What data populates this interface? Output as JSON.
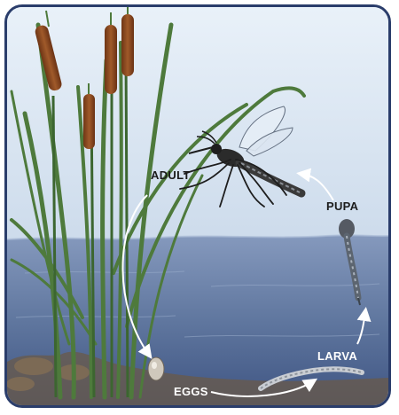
{
  "labels": {
    "adult": "ADULT",
    "pupa": "PUPA",
    "larva": "LARVA",
    "eggs": "EGGS"
  },
  "colors": {
    "sky_top": "#e8f0f8",
    "sky_bottom": "#bed0e4",
    "water_top": "#7e93b8",
    "water_bottom": "#4c6390",
    "reed_green": "#4e7a3c",
    "cattail_brown": "#8a4a22",
    "frame_border": "#2a3d6b",
    "arrow": "#ffffff",
    "dark_label": "#1c1c1c",
    "light_label": "#ffffff"
  },
  "stages": [
    "eggs",
    "larva",
    "pupa",
    "adult"
  ]
}
